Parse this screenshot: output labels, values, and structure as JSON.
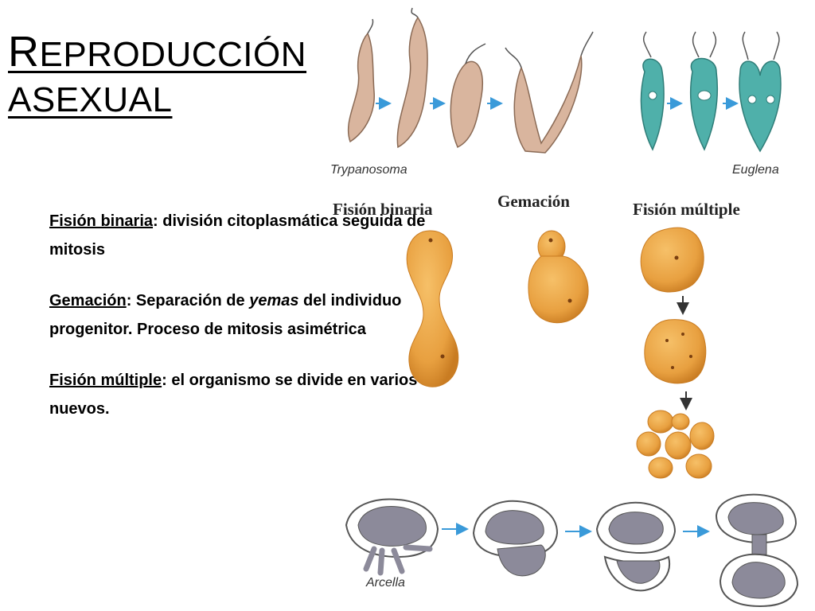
{
  "slide": {
    "title_line1_big": "R",
    "title_line1_rest": "EPRODUCCIÓN",
    "title_line2": "ASEXUAL"
  },
  "text": {
    "p1_term": "Fisión binaria",
    "p1_rest": ": división citoplasmática  seguida de mitosis",
    "p2_term": "Gemación",
    "p2_mid": ": Separación de ",
    "p2_em": "yemas",
    "p2_rest": " del individuo progenitor. Proceso de  mitosis asimétrica",
    "p3_term": "Fisión múltiple",
    "p3_rest": ": el organismo se divide en varios nuevos."
  },
  "figure": {
    "caption_trypanosoma": "Trypanosoma",
    "caption_euglena": "Euglena",
    "label_binary": "Fisión binaria",
    "label_budding": "Gemación",
    "label_multiple": "Fisión múltiple",
    "caption_arcella": "Arcella"
  },
  "colors": {
    "cell_orange": "#e8a040",
    "cell_shadow": "#c97c22",
    "trypanosoma": "#d9b59e",
    "euglena": "#4fb0aa",
    "arcella": "#8c8a9a",
    "arrow": "#3a9ad9"
  }
}
